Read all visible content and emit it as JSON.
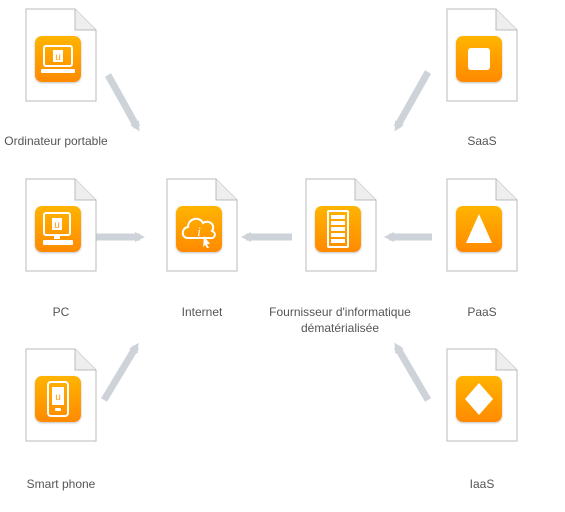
{
  "nodes": {
    "laptop": {
      "label": "Ordinateur portable",
      "icon": "laptop-icon"
    },
    "pc": {
      "label": "PC",
      "icon": "desktop-computer-icon"
    },
    "phone": {
      "label": "Smart phone",
      "icon": "smartphone-icon"
    },
    "internet": {
      "label": "Internet",
      "icon": "cloud-info-icon"
    },
    "provider": {
      "label_line1": "Fournisseur d'informatique",
      "label_line2": "dématérialisée",
      "icon": "server-rack-icon"
    },
    "saas": {
      "label": "SaaS",
      "icon": "square-icon"
    },
    "paas": {
      "label": "PaaS",
      "icon": "triangle-icon"
    },
    "iaas": {
      "label": "IaaS",
      "icon": "diamond-icon"
    }
  },
  "colors": {
    "tile_top": "#ffb400",
    "tile_bottom": "#ff8a00",
    "arrow": "#cdd3d9",
    "label": "#555555"
  }
}
